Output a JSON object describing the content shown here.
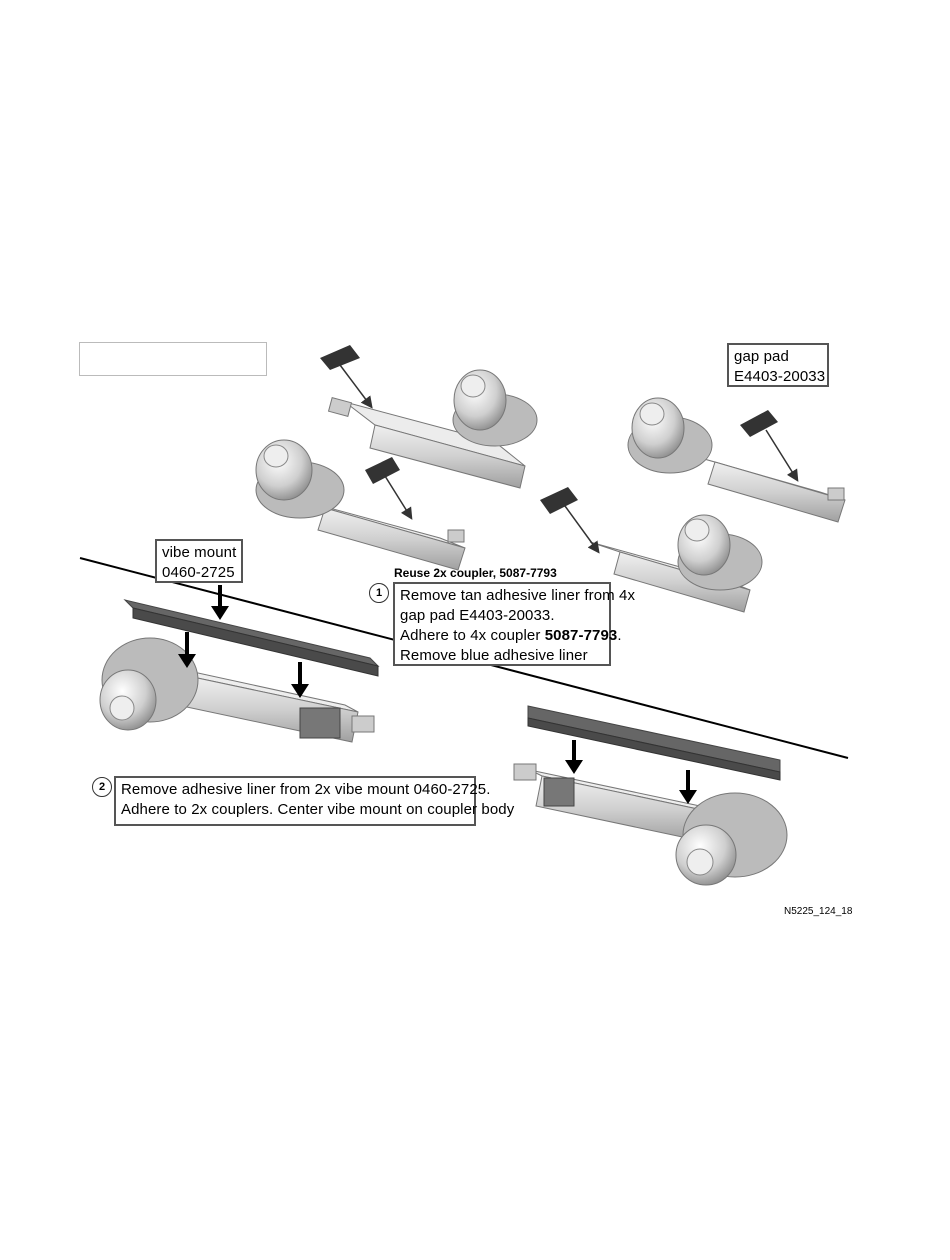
{
  "callouts": {
    "gap_pad": {
      "line1": "gap pad",
      "line2": "E4403-20033"
    },
    "vibe_mount": {
      "line1": "vibe mount",
      "line2": "0460-2725"
    }
  },
  "step1": {
    "number": "1",
    "heading": "Reuse 2x coupler, 5087-7793",
    "line1": "Remove tan adhesive liner from 4x",
    "line2": "gap pad E4403-20033.",
    "line3_prefix": "Adhere to 4x coupler ",
    "line3_part": "5087-7793",
    "line3_suffix": ".",
    "line4": "Remove blue adhesive liner"
  },
  "step2": {
    "number": "2",
    "line1": "Remove adhesive liner from 2x vibe mount 0460-2725.",
    "line2": "Adhere to 2x couplers. Center vibe mount on coupler body"
  },
  "figure_id": "N5225_124_18",
  "colors": {
    "pad": "#3a3a3a",
    "body": "#d6d6d6",
    "body_dark": "#a8a8a8",
    "outline": "#666666",
    "mount": "#6b6b6b"
  }
}
